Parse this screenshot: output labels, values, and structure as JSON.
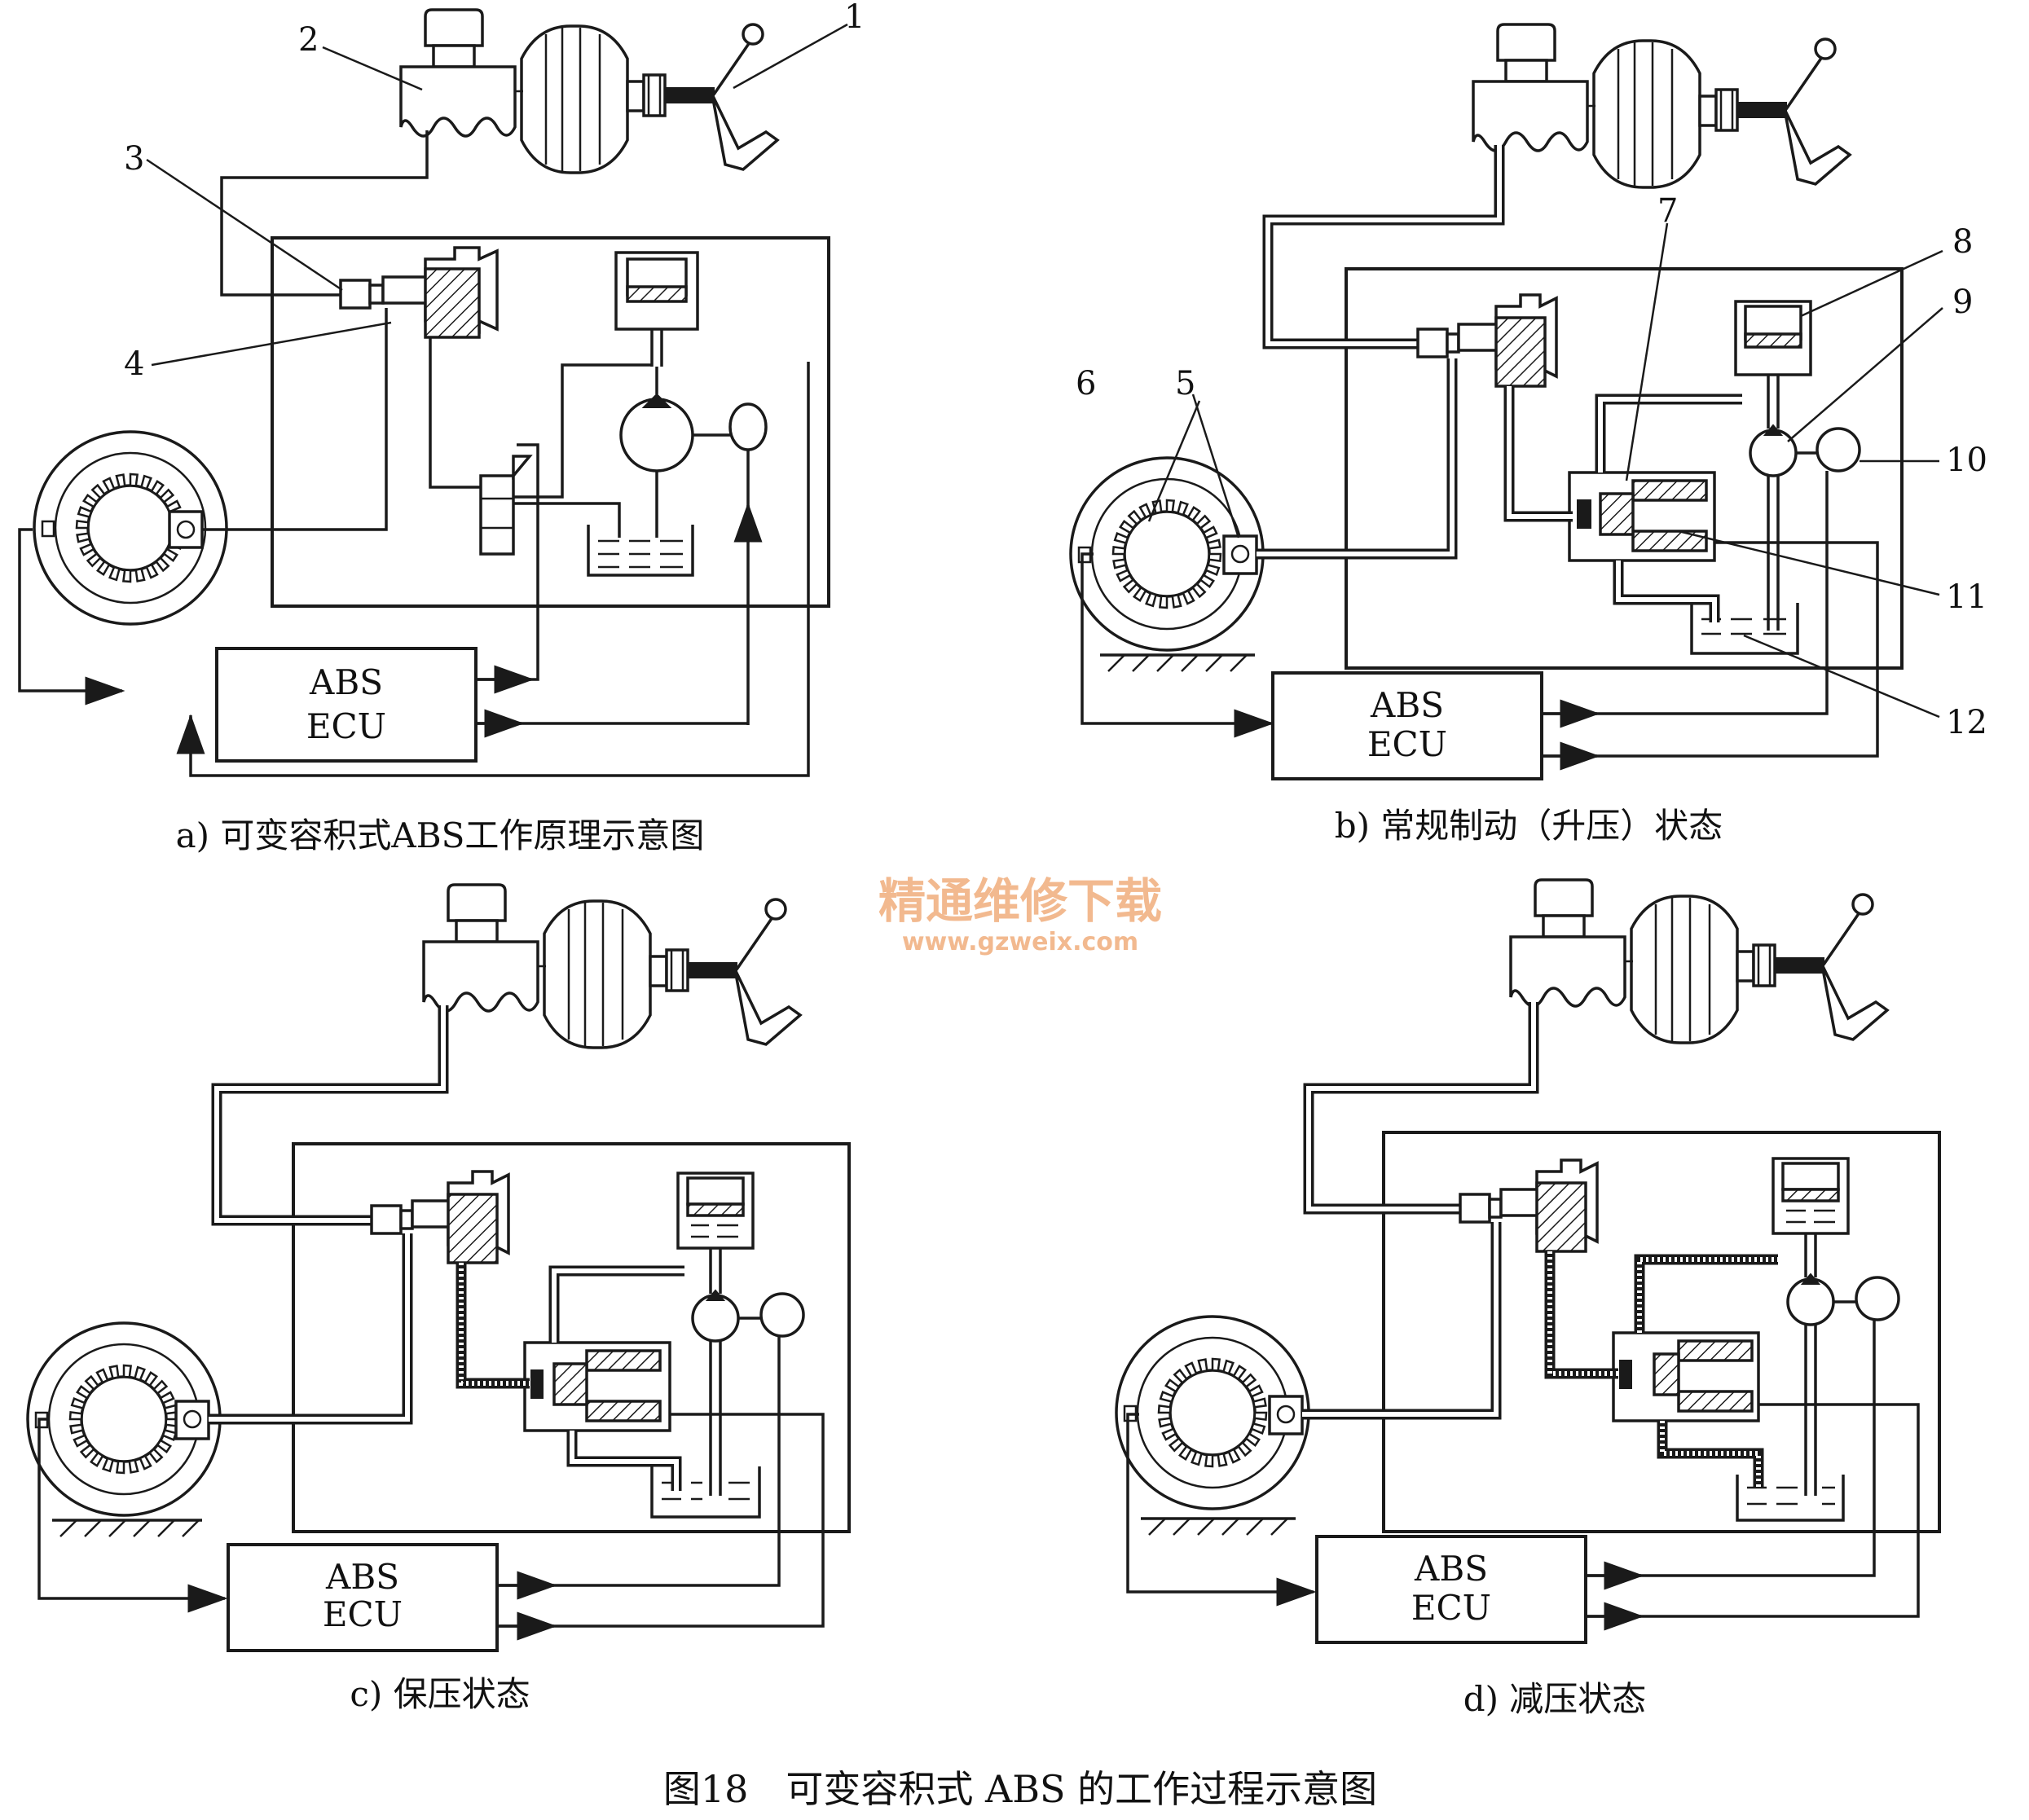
{
  "figure_title": "图18　可变容积式 ABS 的工作过程示意图",
  "watermark": {
    "line1": "精通维修下载",
    "line2": "www.gzweix.com"
  },
  "panels": [
    {
      "id": "a",
      "caption": "a) 可变容积式ABS工作原理示意图",
      "ecu_line1": "ABS",
      "ecu_line2": "ECU"
    },
    {
      "id": "b",
      "caption": "b) 常规制动（升压）状态",
      "ecu_line1": "ABS",
      "ecu_line2": "ECU"
    },
    {
      "id": "c",
      "caption": "c) 保压状态",
      "ecu_line1": "ABS",
      "ecu_line2": "ECU"
    },
    {
      "id": "d",
      "caption": "d) 减压状态",
      "ecu_line1": "ABS",
      "ecu_line2": "ECU"
    }
  ],
  "callouts": [
    "1",
    "2",
    "3",
    "4",
    "5",
    "6",
    "7",
    "8",
    "9",
    "10",
    "11",
    "12"
  ]
}
